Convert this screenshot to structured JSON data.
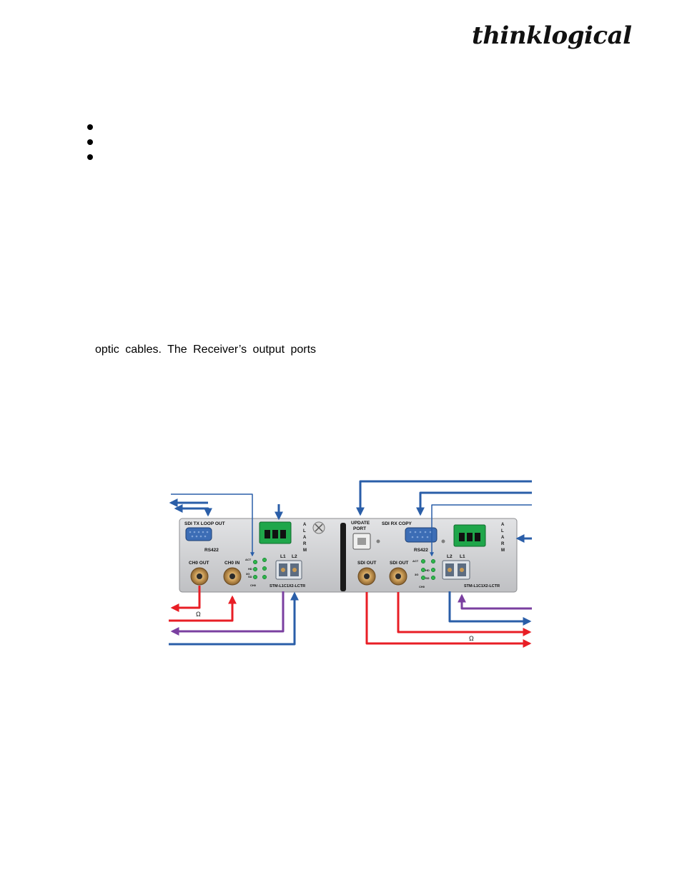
{
  "header": {
    "logo_text": "thinklogical"
  },
  "body": {
    "paragraph_fragment": "optic cables.  The Receiver’s output ports"
  },
  "bullets": {
    "count": 3
  },
  "diagram": {
    "left_module": {
      "loop_out_label": "SDI TX LOOP OUT",
      "rs422_label": "RS422",
      "ch0_out_label": "CH0 OUT",
      "ch0_in_label": "CH0 IN",
      "fiber_l1_label": "L1",
      "fiber_l2_label": "L2",
      "model_label": "STM-L1C1X2-LCTR",
      "led_labels": [
        "ACT",
        "HD",
        "SD",
        "CH0"
      ],
      "led_group_label": "3G",
      "alarm_letters": [
        "A",
        "L",
        "A",
        "R",
        "M"
      ],
      "ohm_label": "Ω"
    },
    "right_module": {
      "update_port_label_1": "UPDATE",
      "update_port_label_2": "PORT",
      "rx_copy_label": "SDI RX COPY",
      "rs422_label": "RS422",
      "sdi_out_1_label": "SDI OUT",
      "sdi_out_2_label": "SDI OUT",
      "fiber_l2_label": "L2",
      "fiber_l1_label": "L1",
      "model_label": "STM-L1C1X2-LCTR",
      "led_labels": [
        "ACT",
        "HD",
        "SD",
        "CH0"
      ],
      "led_group_label": "3G",
      "alarm_letters": [
        "A",
        "L",
        "A",
        "R",
        "M"
      ],
      "ohm_label": "Ω"
    },
    "colors": {
      "blue": "#2a5ea8",
      "red": "#e81e25",
      "purple": "#7a3fa0",
      "panel": "#cfd0d2",
      "terminal_green": "#1fa64a",
      "bnc_gold": "#c89a54",
      "led_green": "#2fb34a"
    }
  }
}
